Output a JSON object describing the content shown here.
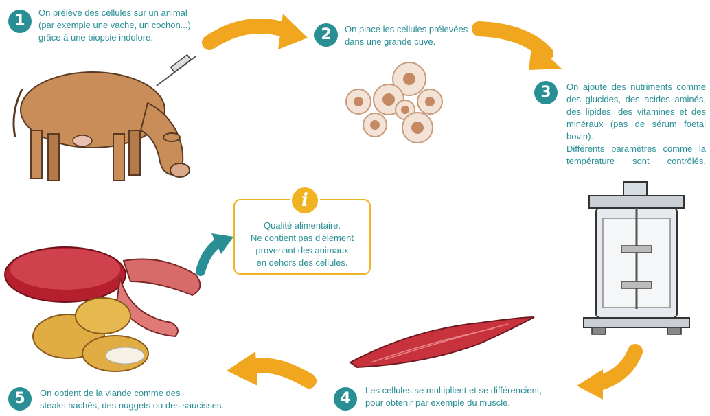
{
  "steps": [
    {
      "number": "1",
      "lines": [
        "On prélève des cellules sur un animal",
        "(par exemple une vache, un cochon...)",
        "grâce à une biopsie indolore."
      ]
    },
    {
      "number": "2",
      "lines": [
        "On place les cellules prélevées",
        "dans une grande cuve."
      ]
    },
    {
      "number": "3",
      "lines": [
        "On ajoute des nutriments comme",
        "des glucides, des acides aminés,",
        "des lipides, des vitamines et des",
        "minéraux (pas de sérum foetal bovin).",
        "Différents paramètres comme la",
        "température sont contrôlés."
      ]
    },
    {
      "number": "4",
      "lines": [
        "Les cellules se multiplient et se différencient,",
        "pour obtenir par exemple du muscle."
      ]
    },
    {
      "number": "5",
      "lines": [
        "On obtient de la viande comme des",
        "steaks hachés, des nuggets ou des saucisses."
      ]
    }
  ],
  "info": {
    "icon": "i",
    "lines": [
      "Qualité alimentaire.",
      "Ne contient pas d'élément",
      "provenant des animaux",
      "en dehors des cellules."
    ]
  },
  "colors": {
    "teal": "#2a8f95",
    "orange": "#f0b323",
    "arrow": "#f0a61e"
  },
  "icons": [
    "cow-illustration",
    "syringe-icon",
    "cells-illustration",
    "bioreactor-illustration",
    "muscle-illustration",
    "meat-products-illustration",
    "info-icon",
    "arrow-icon"
  ]
}
